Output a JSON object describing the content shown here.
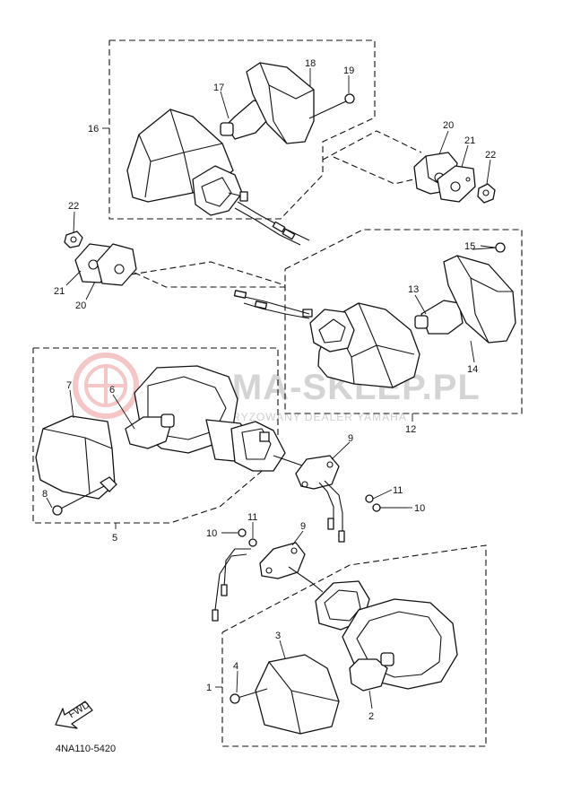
{
  "diagram": {
    "code": "4NA110-5420",
    "fwd_label": "FWD",
    "watermark": {
      "main": "YAMA-SKLEP.PL",
      "sub": "AUTORYZOWANY DEALER YAMAHA"
    },
    "callouts": [
      {
        "id": "c18",
        "text": "18"
      },
      {
        "id": "c19",
        "text": "19"
      },
      {
        "id": "c17",
        "text": "17"
      },
      {
        "id": "c16",
        "text": "16"
      },
      {
        "id": "c20a",
        "text": "20"
      },
      {
        "id": "c21a",
        "text": "21"
      },
      {
        "id": "c22a",
        "text": "22"
      },
      {
        "id": "c22b",
        "text": "22"
      },
      {
        "id": "c21b",
        "text": "21"
      },
      {
        "id": "c20b",
        "text": "20"
      },
      {
        "id": "c15",
        "text": "15"
      },
      {
        "id": "c13",
        "text": "13"
      },
      {
        "id": "c14",
        "text": "14"
      },
      {
        "id": "c12",
        "text": "12"
      },
      {
        "id": "c7",
        "text": "7"
      },
      {
        "id": "c6",
        "text": "6"
      },
      {
        "id": "c8",
        "text": "8"
      },
      {
        "id": "c5",
        "text": "5"
      },
      {
        "id": "c9a",
        "text": "9"
      },
      {
        "id": "c11a",
        "text": "11"
      },
      {
        "id": "c10a",
        "text": "10"
      },
      {
        "id": "c10b",
        "text": "10"
      },
      {
        "id": "c11b",
        "text": "11"
      },
      {
        "id": "c9b",
        "text": "9"
      },
      {
        "id": "c3",
        "text": "3"
      },
      {
        "id": "c4",
        "text": "4"
      },
      {
        "id": "c1",
        "text": "1"
      },
      {
        "id": "c2",
        "text": "2"
      }
    ]
  }
}
